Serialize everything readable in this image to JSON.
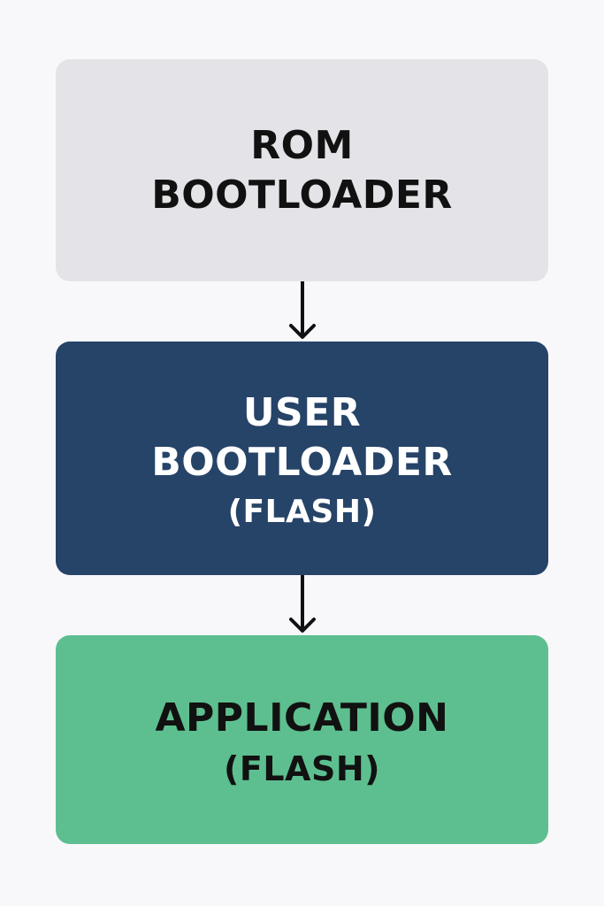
{
  "diagram": {
    "boxes": [
      {
        "id": "rom",
        "lines": [
          "ROM",
          "BOOTLOADER"
        ],
        "color": "#e4e4e8",
        "text_color": "#111111"
      },
      {
        "id": "user",
        "lines": [
          "USER",
          "BOOTLOADER",
          "(FLASH)"
        ],
        "color": "#264368",
        "text_color": "#ffffff"
      },
      {
        "id": "app",
        "lines": [
          "APPLICATION",
          "(FLASH)"
        ],
        "color": "#5dbf8f",
        "text_color": "#111111"
      }
    ],
    "arrows": [
      {
        "from": "rom",
        "to": "user"
      },
      {
        "from": "user",
        "to": "app"
      }
    ],
    "arrow_color": "#111111",
    "background": "#f8f8fb"
  }
}
